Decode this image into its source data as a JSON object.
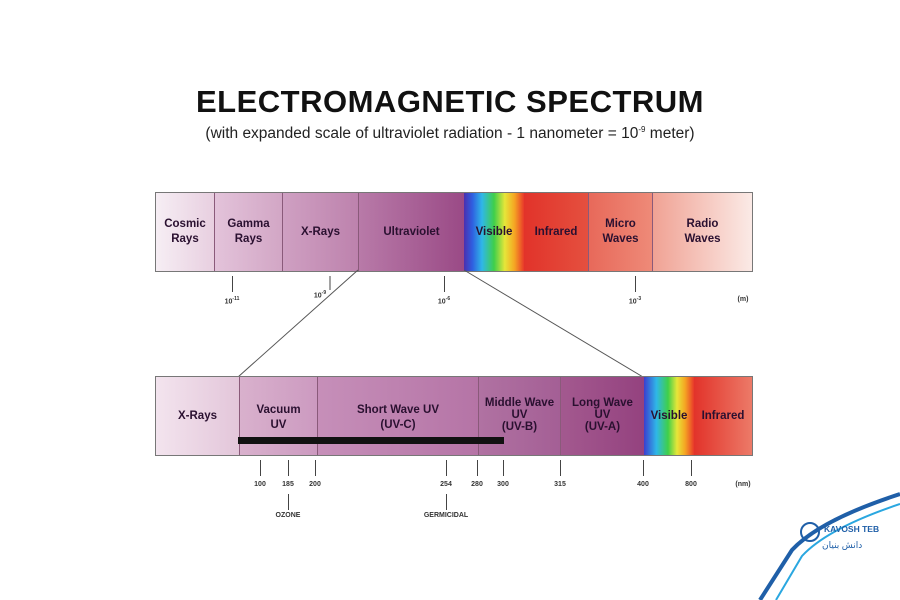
{
  "title": "ELECTROMAGNETIC SPECTRUM",
  "subtitle": {
    "before": "(with expanded scale of ultraviolet radiation - 1 nanometer = 10",
    "sup": "-9",
    "after": " meter)"
  },
  "top_band": {
    "segments": [
      {
        "id": "cosmic",
        "line1": "Cosmic",
        "line2": "Rays"
      },
      {
        "id": "gamma",
        "line1": "Gamma",
        "line2": "Rays"
      },
      {
        "id": "xrays",
        "line1": "X-Rays",
        "line2": ""
      },
      {
        "id": "uv",
        "line1": "Ultraviolet",
        "line2": ""
      },
      {
        "id": "visible",
        "line1": "Visible",
        "line2": ""
      },
      {
        "id": "infrared",
        "line1": "Infrared",
        "line2": ""
      },
      {
        "id": "micro",
        "line1": "Micro",
        "line2": "Waves"
      },
      {
        "id": "radio",
        "line1": "Radio",
        "line2": "Waves"
      }
    ],
    "scale_labels": [
      {
        "base": "10",
        "exp": "-11"
      },
      {
        "base": "10",
        "exp": "-9"
      },
      {
        "base": "10",
        "exp": "-6"
      },
      {
        "base": "10",
        "exp": "-3"
      }
    ],
    "unit": "(m)"
  },
  "bottom_band": {
    "segments": [
      {
        "id": "xrays",
        "line1": "X-Rays",
        "line2": "",
        "line3": ""
      },
      {
        "id": "vacuum",
        "line1": "Vacuum",
        "line2": "UV",
        "line3": ""
      },
      {
        "id": "short",
        "line1": "Short Wave UV",
        "line2": "(UV-C)",
        "line3": ""
      },
      {
        "id": "middle",
        "line1": "Middle Wave",
        "line2": "UV",
        "line3": "(UV-B)"
      },
      {
        "id": "long",
        "line1": "Long Wave",
        "line2": "UV",
        "line3": "(UV-A)"
      },
      {
        "id": "visible",
        "line1": "Visible",
        "line2": "",
        "line3": ""
      },
      {
        "id": "infrared",
        "line1": "Infrared",
        "line2": "",
        "line3": ""
      }
    ],
    "scale_labels": [
      "100",
      "185",
      "200",
      "254",
      "280",
      "300",
      "315",
      "400",
      "800"
    ],
    "unit": "(nm)",
    "annotations": [
      "OZONE",
      "GERMICIDAL"
    ]
  },
  "brand": {
    "name": "KAVOSH TEB",
    "tagline": "دانش بنیان",
    "accent": "#1f5fa8"
  },
  "colors": {
    "uv_purple": "#9b4a86",
    "visible_rainbow": [
      "#3a3fd0",
      "#2fb7e8",
      "#3fcf4a",
      "#e6e639",
      "#f5a623",
      "#e8392a"
    ],
    "infrared": "#e2493a",
    "radio": "#f2b9ae"
  }
}
